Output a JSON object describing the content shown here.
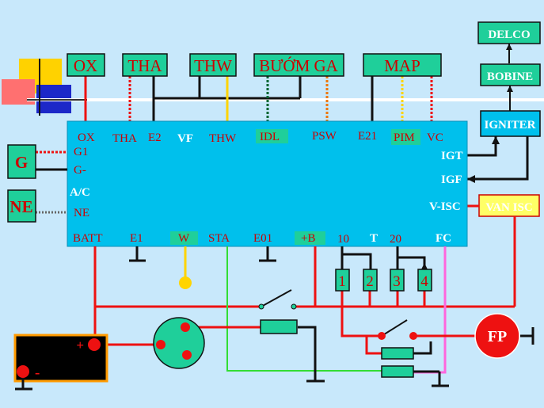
{
  "sensors_top": [
    "OX",
    "THA",
    "THW",
    "BƯỚM GA",
    "MAP"
  ],
  "sensors_left": [
    "G",
    "NE"
  ],
  "ignition": {
    "delco": "DELCO",
    "bobine": "BOBINE",
    "igniter": "IGNITER",
    "van_isc": "VAN ISC"
  },
  "ecu_top_pins": [
    "OX",
    "THA",
    "E2",
    "VF",
    "THW",
    "IDL",
    "PSW",
    "E21",
    "PIM",
    "VC"
  ],
  "ecu_left_pins": [
    "G1",
    "G-",
    "A/C",
    "NE"
  ],
  "ecu_right_pins": [
    "IGT",
    "IGF",
    "V-ISC"
  ],
  "ecu_bottom_pins": [
    "BATT",
    "E1",
    "W",
    "STA",
    "E01",
    "+B",
    "10",
    "T",
    "20",
    "FC"
  ],
  "connectors": [
    "1",
    "2",
    "3",
    "4"
  ],
  "fuel_pump": "FP",
  "battery": {
    "plus": "+",
    "minus": "-"
  },
  "colors": {
    "background": "#c8e8fb",
    "ecu": "#00c0ec",
    "box": "#1fcf9a",
    "red": "#ee1111",
    "text_red": "#cc0000",
    "text_white": "#ffffff",
    "van_isc_fill": "#ffff66"
  }
}
